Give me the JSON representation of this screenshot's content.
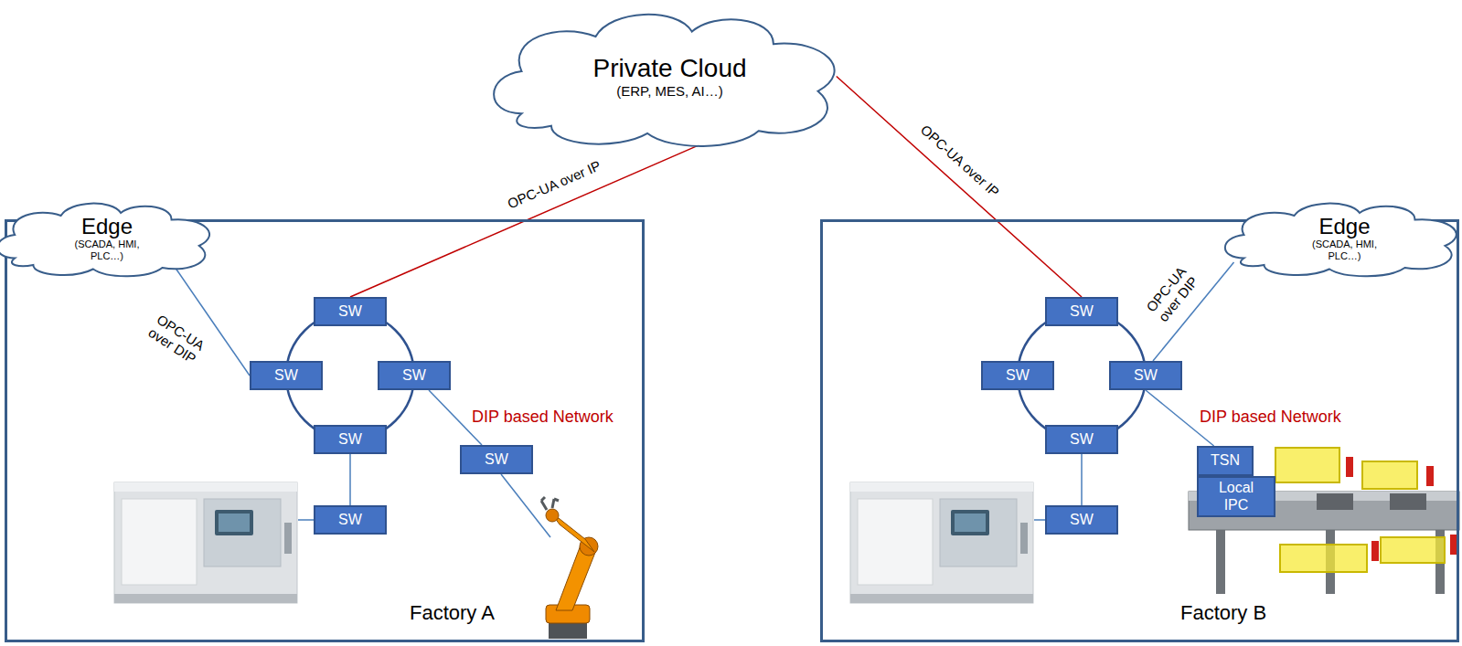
{
  "diagram": {
    "nodes": [
      {
        "text": [
          "Private Cloud",
          "(ERP, MES, AI…)"
        ]
      },
      {
        "text": [
          "Factory A"
        ]
      },
      {
        "text": [
          "Edge",
          "(SCADA, HMI, PLC…)"
        ],
        "in": 1
      },
      {
        "text": [
          "SW"
        ],
        "in": 1
      },
      {
        "text": [
          "SW"
        ],
        "in": 1
      },
      {
        "text": [
          "SW"
        ],
        "in": 1
      },
      {
        "text": [
          "SW"
        ],
        "in": 1
      },
      {
        "text": [
          "SW"
        ],
        "in": 1
      },
      {
        "text": [
          "SW"
        ],
        "in": 1
      },
      {
        "text": [
          "Factory B"
        ]
      },
      {
        "text": [
          "Edge",
          "(SCADA, HMI, PLC…)"
        ],
        "in": 9
      },
      {
        "text": [
          "SW"
        ],
        "in": 9
      },
      {
        "text": [
          "SW"
        ],
        "in": 9
      },
      {
        "text": [
          "SW"
        ],
        "in": 9
      },
      {
        "text": [
          "SW"
        ],
        "in": 9
      },
      {
        "text": [
          "SW"
        ],
        "in": 9
      },
      {
        "text": [
          "TSN"
        ],
        "in": 9
      },
      {
        "text": [
          "Local IPC"
        ],
        "in": 9
      }
    ],
    "edges": [
      {
        "from": 3,
        "to": 0,
        "label": "OPC-UA over IP",
        "arrow": "none"
      },
      {
        "from": 2,
        "to": 4,
        "label": "OPC-UA over DIP",
        "arrow": "none"
      },
      {
        "from": 3,
        "to": 5,
        "arrow": "none"
      },
      {
        "from": 5,
        "to": 6,
        "arrow": "none"
      },
      {
        "from": 6,
        "to": 4,
        "arrow": "none"
      },
      {
        "from": 4,
        "to": 3,
        "arrow": "none"
      },
      {
        "from": 6,
        "to": 7,
        "arrow": "none"
      },
      {
        "from": 5,
        "to": 8,
        "arrow": "none"
      },
      {
        "from": 11,
        "to": 0,
        "label": "OPC-UA over IP",
        "arrow": "none"
      },
      {
        "from": 13,
        "to": 10,
        "label": "OPC-UA over DIP",
        "arrow": "none"
      },
      {
        "from": 11,
        "to": 13,
        "arrow": "none"
      },
      {
        "from": 13,
        "to": 14,
        "arrow": "none"
      },
      {
        "from": 14,
        "to": 12,
        "arrow": "none"
      },
      {
        "from": 12,
        "to": 11,
        "arrow": "none"
      },
      {
        "from": 14,
        "to": 15,
        "arrow": "none"
      },
      {
        "from": 13,
        "to": 16,
        "arrow": "none"
      }
    ],
    "labels": [
      "DIP based Network",
      "DIP based Network"
    ]
  }
}
